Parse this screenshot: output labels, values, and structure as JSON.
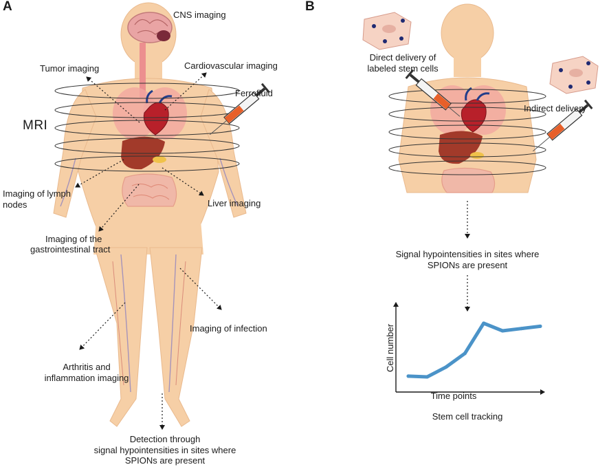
{
  "panel_a": {
    "letter": "A",
    "labels": {
      "cns": "CNS imaging",
      "tumor": "Tumor imaging",
      "cardio": "Cardiovascular imaging",
      "ferrofluid": "Ferrofluid",
      "mri": "MRI",
      "lymph_line1": "Imaging of lymph",
      "lymph_line2": "nodes",
      "liver": "Liver imaging",
      "gi_line1": "Imaging of the",
      "gi_line2": "gastrointestinal tract",
      "infection": "Imaging of infection",
      "arthritis_line1": "Arthritis and",
      "arthritis_line2": "inflammation imaging",
      "detection_line1": "Detection through",
      "detection_line2": "signal hypointensities in sites where",
      "detection_line3": "SPIONs are present"
    }
  },
  "panel_b": {
    "letter": "B",
    "labels": {
      "direct_line1": "Direct delivery of",
      "direct_line2": "labeled stem cells",
      "indirect": "Indirect delivery",
      "signal_line1": "Signal hypointensities in sites where",
      "signal_line2": "SPIONs are present",
      "caption": "Stem cell tracking"
    }
  },
  "colors": {
    "skin": "#f6cfa6",
    "skin_edge": "#e9b98d",
    "lungs": "#f2a6a0",
    "liver": "#a23a2a",
    "heart": "#b8202a",
    "vessels": "#8a7fc0",
    "coil": "#333333",
    "curve": "#4b93c8"
  },
  "chart_data": {
    "type": "line",
    "title": "",
    "xlabel": "Time points",
    "ylabel": "Cell number",
    "x": [
      1,
      2,
      3,
      4,
      5,
      6,
      7,
      8
    ],
    "series": [
      {
        "values": [
          1.0,
          0.9,
          2.2,
          4.0,
          8.0,
          7.0,
          7.3,
          7.6
        ]
      }
    ],
    "xlim": [
      0,
      9
    ],
    "ylim": [
      0,
      10
    ],
    "grid": false
  }
}
